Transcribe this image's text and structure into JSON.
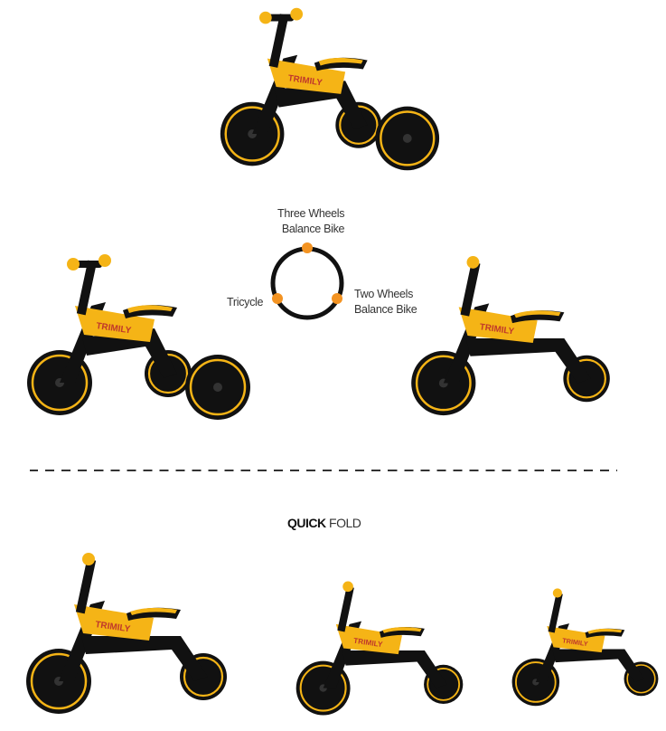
{
  "brand_logo": "TRIMILY",
  "modes": {
    "three_wheels": "Three Wheels\nBalance Bike",
    "tricycle": "Tricycle",
    "two_wheels": "Two Wheels\nBalance Bike"
  },
  "fold": {
    "bold": "QUICK",
    "light": "FOLD"
  },
  "colors": {
    "yellow": "#F5B416",
    "black": "#111111",
    "orange_dot": "#F39322"
  }
}
